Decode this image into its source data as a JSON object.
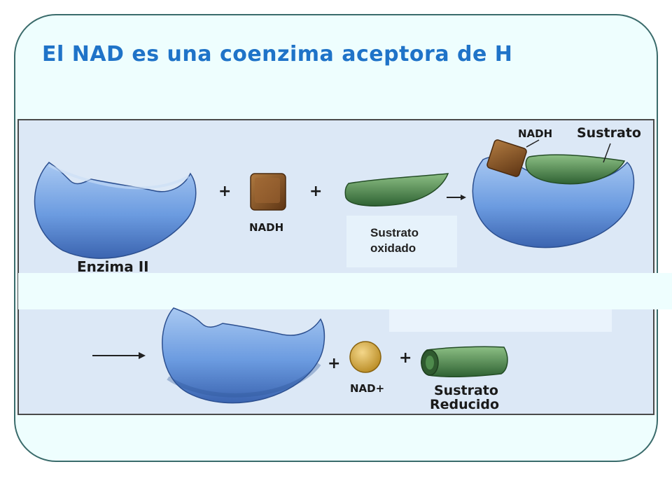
{
  "slide": {
    "title": "El NAD es una coenzima aceptora de H"
  },
  "diagram": {
    "enzyme_label": "Enzima II",
    "nadh_label": "NADH",
    "plus_sign": "+",
    "complex_nadh_label": "NADH",
    "complex_substrate_label": "Sustrato",
    "oxidized_box": {
      "line1": "Sustrato",
      "line2": "oxidado"
    },
    "nad_label": "NAD+",
    "reduced_substrate_line1": "Sustrato",
    "reduced_substrate_line2": "Reducido"
  },
  "colors": {
    "title": "#1f73c8",
    "panel_bg": "#dce8f6",
    "enzyme_blue": "#6b9be0",
    "nadh_brown": "#8b5424",
    "substrate_green": "#4f8a4a",
    "nad_yellow": "#d6aa3c"
  }
}
